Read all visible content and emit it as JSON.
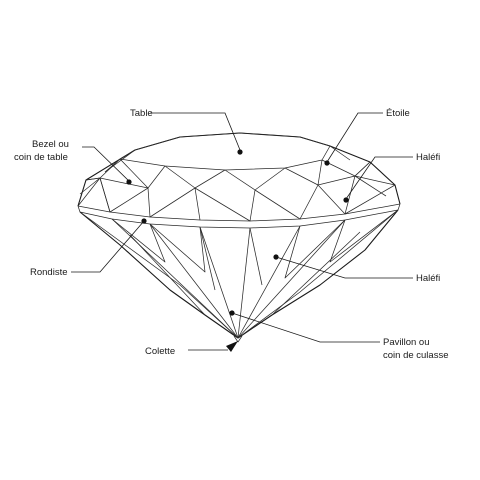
{
  "labels": {
    "table": "Table",
    "etoile": "Étoile",
    "bezel_line1": "Bezel ou",
    "bezel_line2": "coin de table",
    "halefi_upper": "Haléfi",
    "rondiste": "Rondiste",
    "halefi_lower": "Haléfi",
    "colette": "Colette",
    "pavillon_line1": "Pavillon ou",
    "pavillon_line2": "coin de culasse"
  },
  "colors": {
    "line": "#1a1a1a",
    "background": "#ffffff"
  }
}
